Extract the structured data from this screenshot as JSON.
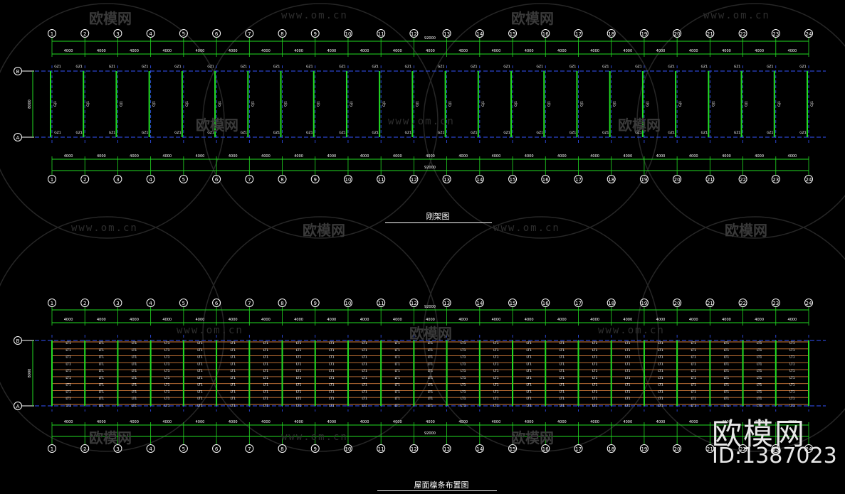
{
  "grid": {
    "bay_labels": [
      "1",
      "2",
      "3",
      "4",
      "5",
      "6",
      "7",
      "8",
      "9",
      "10",
      "11",
      "12",
      "13",
      "14",
      "15",
      "16",
      "17",
      "18",
      "19",
      "20",
      "21",
      "22",
      "23",
      "24"
    ],
    "span_dim": "4000",
    "total_dim": "92000",
    "width_dim": "8000",
    "row_labels": [
      "B",
      "A"
    ]
  },
  "frame_plan": {
    "title": "刚架图",
    "column_tag": "GZ1",
    "frame_tag": "GJ1"
  },
  "purlin_plan": {
    "title": "屋面檩条布置图",
    "purlin_tag": "LT1",
    "purlin_rows": 10
  },
  "watermarks": {
    "brand": "欧模网",
    "url": "www.om.cn",
    "corner_brand": "欧模网",
    "corner_id": "ID:1387023"
  },
  "colors": {
    "grid_line": "#3355ff",
    "member": "#22dd22",
    "purlin": "#d07a3a",
    "text": "#ffffff",
    "bubble": "#ffffff"
  }
}
